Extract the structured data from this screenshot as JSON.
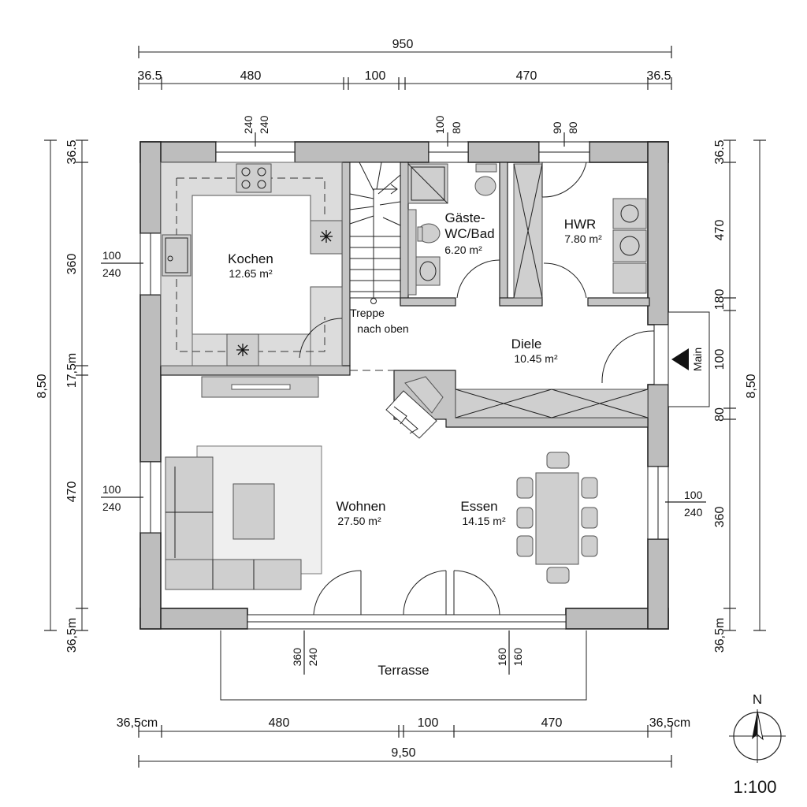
{
  "dims": {
    "top_total": "950",
    "top_seg": [
      "36.5",
      "480",
      "100",
      "470",
      "36.5"
    ],
    "bottom_seg": [
      "36,5cm",
      "480",
      "100",
      "470",
      "36,5cm"
    ],
    "bottom_total": "9,50",
    "left_total": "8,50",
    "left_seg": [
      "36.5",
      "360",
      "17,5m",
      "470",
      "36,5m"
    ],
    "right_total": "8,50",
    "right_seg": [
      "36.5",
      "470",
      "180",
      "100",
      "80",
      "360",
      "36,5m"
    ]
  },
  "openings": {
    "top1": [
      "240",
      "240"
    ],
    "top2": [
      "100",
      "80"
    ],
    "top3": [
      "90",
      "80"
    ],
    "left1": [
      "100",
      "240"
    ],
    "left2": [
      "100",
      "240"
    ],
    "right1": [
      "100",
      "240"
    ],
    "bottom1": [
      "360",
      "240"
    ],
    "bottom2": [
      "160",
      "160"
    ]
  },
  "rooms": {
    "kochen": {
      "name": "Kochen",
      "area": "12.65 m²"
    },
    "gaeste": {
      "name1": "Gäste-",
      "name2": "WC/Bad",
      "area": "6.20 m²"
    },
    "hwr": {
      "name": "HWR",
      "area": "7.80 m²"
    },
    "treppe": {
      "line1": "Treppe",
      "line2": "nach oben"
    },
    "diele": {
      "name": "Diele",
      "area": "10.45 m²"
    },
    "wohnen": {
      "name": "Wohnen",
      "area": "27.50 m²"
    },
    "essen": {
      "name": "Essen",
      "area": "14.15 m²"
    },
    "terrasse": {
      "name": "Terrasse"
    }
  },
  "entrance_label": "Main",
  "north_label": "N",
  "scale": "1:100"
}
